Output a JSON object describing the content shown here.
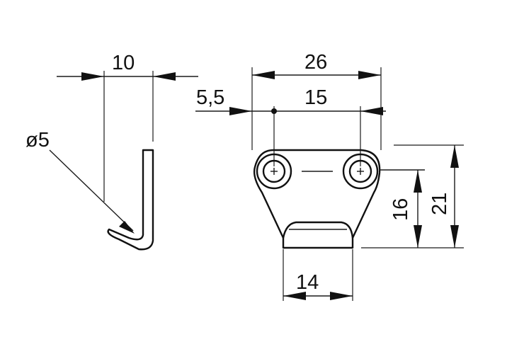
{
  "diagram": {
    "side_view": {
      "width_label": "10",
      "diameter_label": "ø5"
    },
    "front_view": {
      "overall_width_label": "26",
      "hole_spacing_label": "15",
      "edge_to_hole_label": "5,5",
      "base_width_label": "14",
      "hole_to_base_label": "16",
      "overall_height_label": "21"
    }
  }
}
